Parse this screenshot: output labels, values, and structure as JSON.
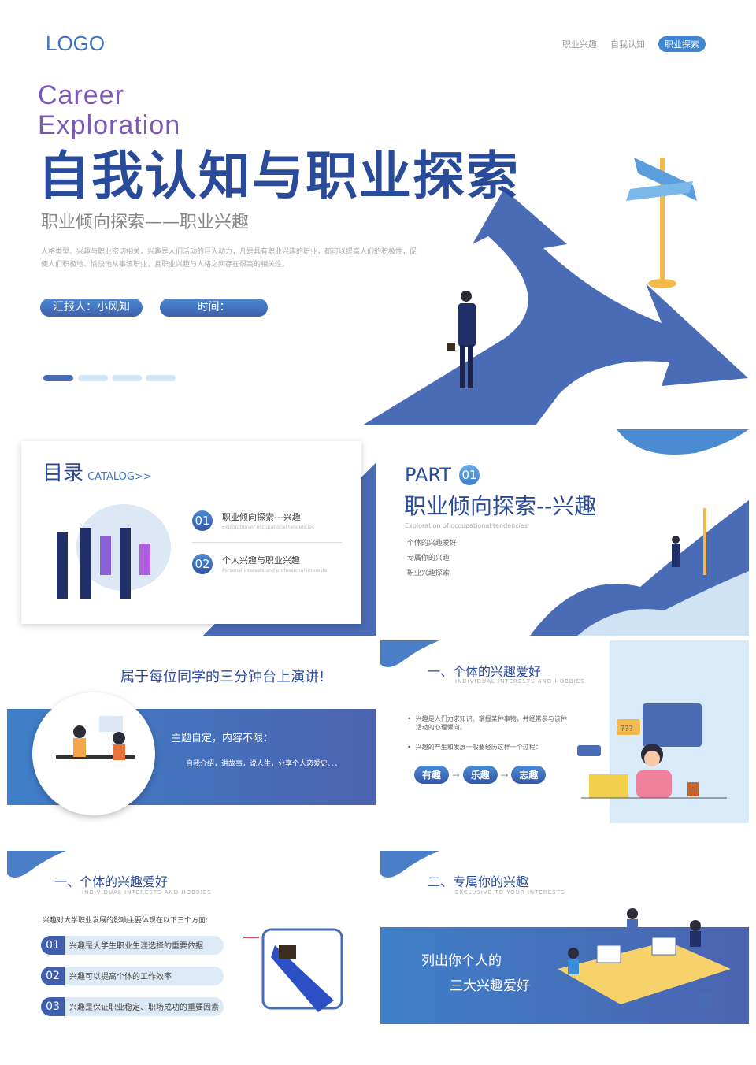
{
  "header": {
    "logo": "LOGO",
    "nav": [
      "职业兴趣",
      "自我认知",
      "职业探索"
    ],
    "active_nav": 2
  },
  "cover": {
    "title_en_1": "Career",
    "title_en_2": "Exploration",
    "title": "自我认知与职业探索",
    "subtitle": "职业倾向探索——职业兴趣",
    "description": "人格类型、兴趣与职业密切相关，兴趣是人们活动的巨大动力，凡是具有职业兴趣的职业，都可以提高人们的积极性，促使人们积极地、愉快地从事该职业，且职业兴趣与人格之间存在很高的相关性。",
    "reporter": "汇报人：小风知",
    "time": "时间：",
    "page_dots": 4,
    "active_dot": 0
  },
  "catalog": {
    "title": "目录",
    "title_en": "CATALOG>>",
    "items": [
      {
        "num": "01",
        "label": "职业倾向探索---兴趣",
        "en": "Exploration of occupational tendencies"
      },
      {
        "num": "02",
        "label": "个人兴趣与职业兴趣",
        "en": "Personal interests and professional interests"
      }
    ]
  },
  "part": {
    "label": "PART",
    "num": "01",
    "title": "职业倾向探索--兴趣",
    "en": "Exploration of occupational tendencies",
    "items": [
      "·个体的兴趣爱好",
      "·专属你的兴趣",
      "·职业兴趣探索"
    ]
  },
  "speech": {
    "title": "属于每位同学的三分钟台上演讲!",
    "theme": "主题自定，内容不限：",
    "examples": "自我介绍，讲故事，说人生，分享个人恋爱史、、、"
  },
  "hobby": {
    "title": "一、个体的兴趣爱好",
    "en": "INDIVIDUAL INTERESTS AND HOBBIES",
    "bullets": [
      "兴趣是人们力求知识、掌握某种事物，并经常参与该种活动的心理倾向。",
      "兴趣的产生和发展一般要经历这样一个过程："
    ],
    "steps": [
      "有趣",
      "乐趣",
      "志趣"
    ],
    "bubble": "???"
  },
  "impact": {
    "title": "一、个体的兴趣爱好",
    "en": "INDIVIDUAL INTERESTS AND HOBBIES",
    "intro": "兴趣对大学职业发展的影响主要体现在以下三个方面:",
    "items": [
      {
        "num": "01",
        "text": "兴趣是大学生职业生涯选择的重要依据"
      },
      {
        "num": "02",
        "text": "兴趣可以提高个体的工作效率"
      },
      {
        "num": "03",
        "text": "兴趣是保证职业稳定、职场成功的重要因素"
      }
    ]
  },
  "exclusive": {
    "title": "二、专属你的兴趣",
    "en": "EXCLUSIVE TO YOUR INTERESTS",
    "line1": "列出你个人的",
    "line2": "三大兴趣爱好"
  }
}
